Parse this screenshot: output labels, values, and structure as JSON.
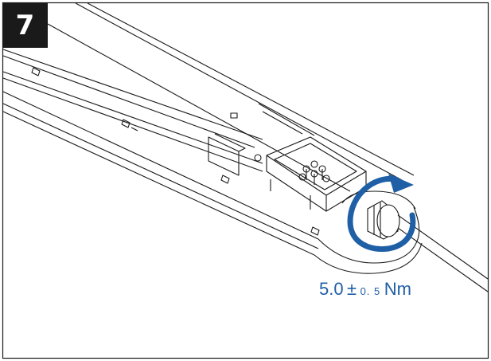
{
  "step": {
    "number": "7"
  },
  "torque": {
    "value": "5.0",
    "symbol": "±",
    "tolerance": "0. 5",
    "unit": "Nm"
  },
  "colors": {
    "arrow": "#1f5fa6",
    "line": "#1a1a1a",
    "badge": "#1a1a1a"
  },
  "icons": [
    "rotation-arrow-icon"
  ]
}
